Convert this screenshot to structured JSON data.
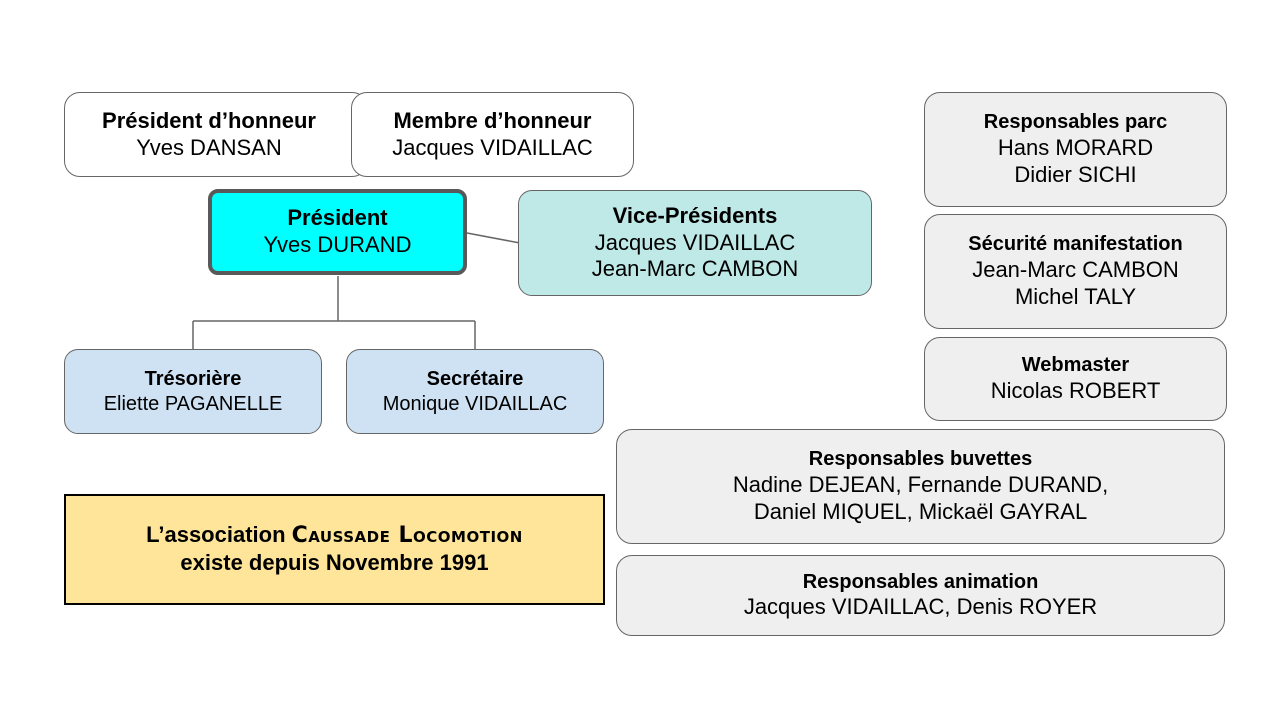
{
  "honorary_president": {
    "title": "Président d’honneur",
    "name": "Yves DANSAN"
  },
  "honorary_member": {
    "title": "Membre d’honneur",
    "name": "Jacques VIDAILLAC"
  },
  "president": {
    "title": "Président",
    "name": "Yves DURAND"
  },
  "vice_presidents": {
    "title": "Vice-Présidents",
    "names": [
      "Jacques VIDAILLAC",
      "Jean-Marc CAMBON"
    ]
  },
  "treasurer": {
    "title": "Trésorière",
    "name": "Eliette PAGANELLE"
  },
  "secretary": {
    "title": "Secrétaire",
    "name": "Monique VIDAILLAC"
  },
  "park": {
    "title": "Responsables parc",
    "names": [
      "Hans MORARD",
      "Didier SICHI"
    ]
  },
  "security": {
    "title": "Sécurité manifestation",
    "names": [
      "Jean-Marc CAMBON",
      "Michel TALY"
    ]
  },
  "webmaster": {
    "title": "Webmaster",
    "name": "Nicolas ROBERT"
  },
  "bars": {
    "title": "Responsables buvettes",
    "lines": [
      "Nadine DEJEAN, Fernande DURAND,",
      "Daniel MIQUEL, Mickaël GAYRAL"
    ]
  },
  "animation": {
    "title": "Responsables animation",
    "line": "Jacques VIDAILLAC, Denis ROYER"
  },
  "association": {
    "prefix": "L’association ",
    "name": "Caussade Locomotion",
    "line2": "existe depuis Novembre 1991"
  },
  "colors": {
    "president_fill": "#00ffff",
    "vice_fill": "#bfe9e7",
    "officer_fill": "#cfe2f3",
    "committee_fill": "#efefef",
    "association_fill": "#ffe599"
  }
}
